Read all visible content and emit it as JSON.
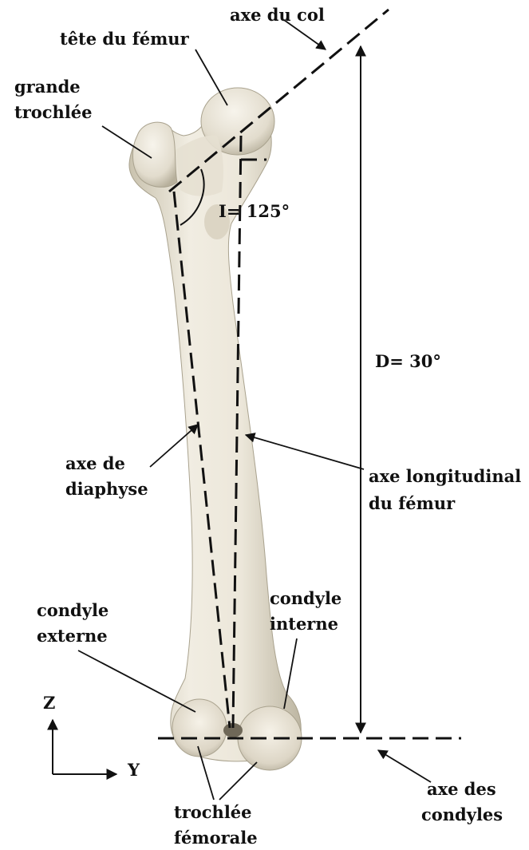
{
  "labels": {
    "axe_col": "axe du col",
    "tete_femur": "tête du fémur",
    "grande_trochlee": [
      "grande",
      "trochlée"
    ],
    "inclination": "I= 125°",
    "declination": "D= 30°",
    "axe_diaphyse": [
      "axe de",
      "diaphyse"
    ],
    "axe_longitudinal": [
      "axe longitudinal",
      "du fémur"
    ],
    "condyle_externe": [
      "condyle",
      "externe"
    ],
    "condyle_interne": [
      "condyle",
      "interne"
    ],
    "axe_condyles": [
      "axe des",
      "condyles"
    ],
    "trochlee_femorale": [
      "trochlée",
      "fémorale"
    ],
    "axis_z": "Z",
    "axis_y": "Y"
  },
  "angles": {
    "inclination_deg": 125,
    "declination_deg": 30
  },
  "colors": {
    "bone_light": "#f1ede2",
    "bone_shadow": "#c9c2ae",
    "line": "#111111",
    "background": "#ffffff"
  }
}
